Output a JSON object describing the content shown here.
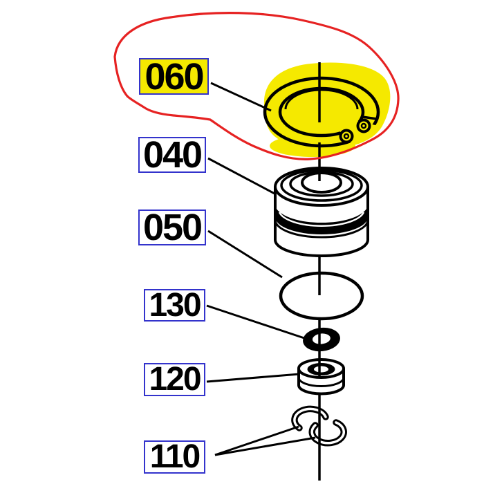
{
  "diagram": {
    "type": "exploded-parts-diagram",
    "labels": [
      {
        "text": "060",
        "highlighted": true
      },
      {
        "text": "040",
        "highlighted": false
      },
      {
        "text": "050",
        "highlighted": false
      },
      {
        "text": "130",
        "highlighted": false
      },
      {
        "text": "120",
        "highlighted": false
      },
      {
        "text": "110",
        "highlighted": false
      }
    ],
    "figures": [
      "external-snap-ring",
      "bearing",
      "o-ring",
      "washer",
      "collar-bushing",
      "half-clip",
      "half-clip"
    ],
    "annotations": {
      "red_loop": "hand-drawn red circle around label 060 and snap ring",
      "yellow_highlight": "highlighter mark over label 060 and snap ring"
    },
    "colors": {
      "label_border_blue": "#3333cc",
      "highlight_yellow": "#f5e900",
      "annotation_red": "#e62222",
      "line_black": "#000000",
      "background": "#ffffff"
    }
  }
}
